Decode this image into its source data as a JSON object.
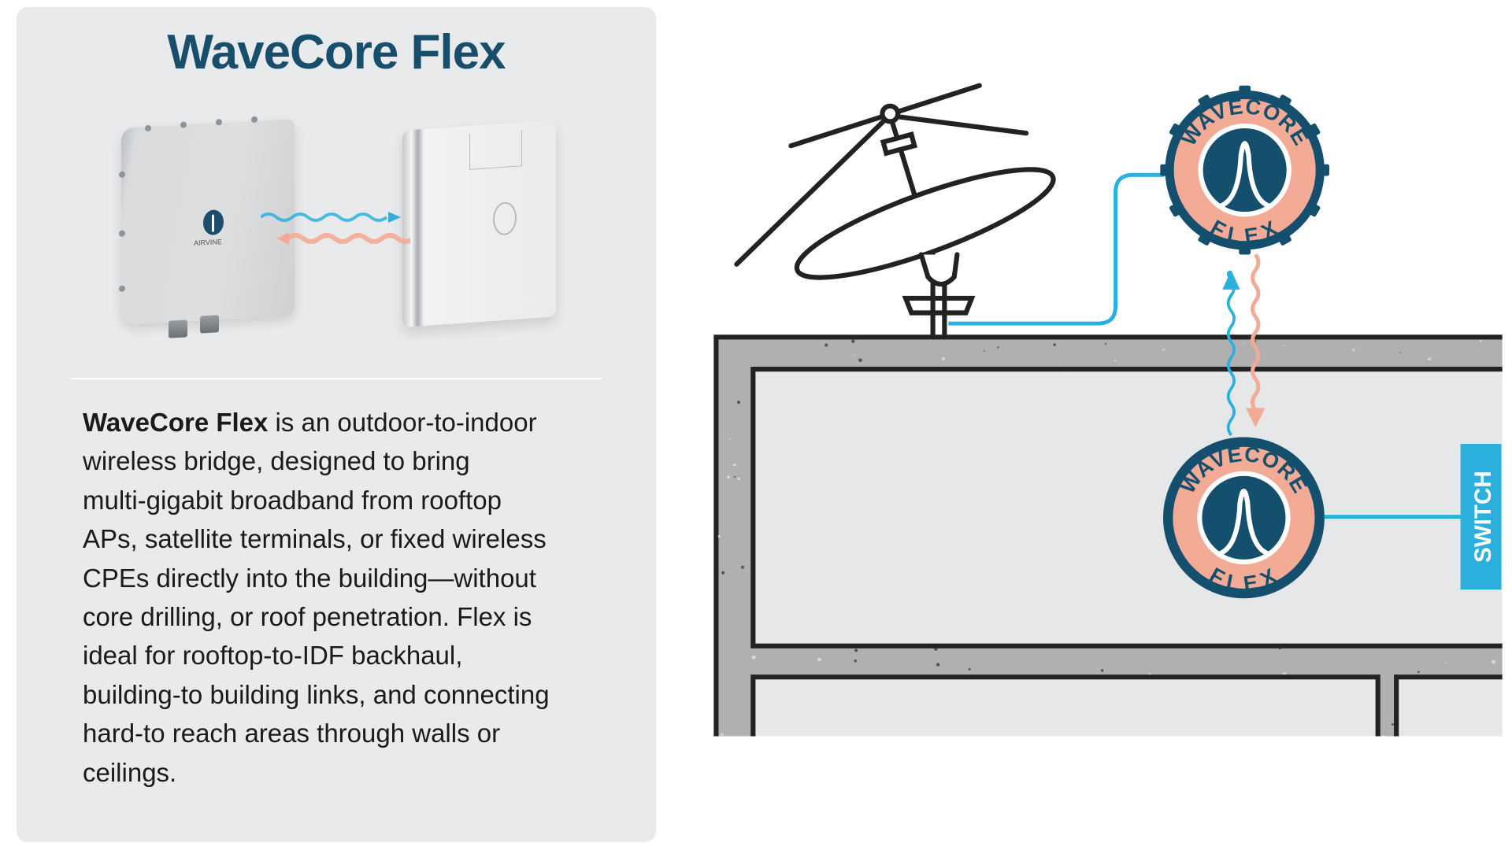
{
  "panel": {
    "title": "WaveCore Flex",
    "device_brand": "AIRVINE",
    "description_lead": "WaveCore Flex",
    "description_lines": [
      " is an outdoor-to-indoor",
      "wireless bridge, designed to bring",
      "multi-gigabit broadband from rooftop",
      "APs, satellite terminals, or fixed wireless",
      "CPEs directly into the building—without",
      "core drilling, or roof penetration. Flex is",
      "ideal for rooftop-to-IDF backhaul,",
      "building-to building links, and connecting",
      "hard-to reach areas through walls or",
      "ceilings."
    ]
  },
  "diagram": {
    "outdoor_unit": {
      "top_text": "WAVECORE",
      "bottom_text": "FLEX"
    },
    "indoor_unit": {
      "top_text": "WAVECORE",
      "bottom_text": "FLEX"
    },
    "switch_label": "SWITCH"
  },
  "colors": {
    "navy": "#144f6e",
    "salmon": "#f4ab96",
    "cable_blue": "#2bb0de",
    "concrete": "#b0b0b0",
    "room": "#e6e7e9",
    "panel": "#e9eaec"
  }
}
